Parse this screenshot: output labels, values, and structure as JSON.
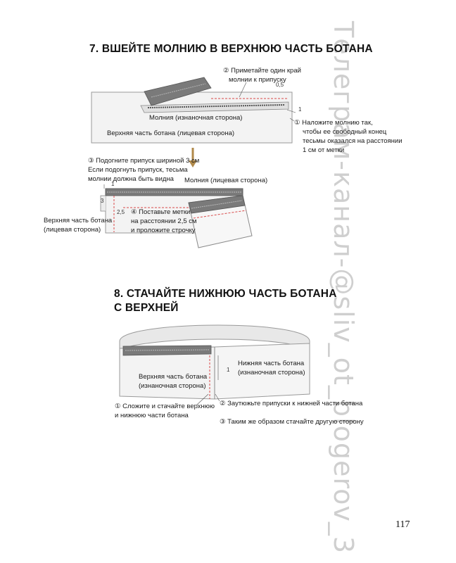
{
  "watermark": "Телеграм-канал-@sliv_ot_blogerov_3",
  "page_number": "117",
  "step7": {
    "title": "7. ВШЕЙТЕ МОЛНИЮ В ВЕРХНЮЮ ЧАСТЬ БОТАНА",
    "note_align_1": "② Приметайте один край",
    "note_align_2": "молнии к припуску",
    "dim_05": "0,5",
    "zipper_wrong_side": "Молния (изнаночная сторона)",
    "upper_part_right_side": "Верхняя часть ботана (лицевая сторона)",
    "dim_1": "1",
    "note_place_1": "① Наложите молнию так,",
    "note_place_2": "чтобы ее свободный конец",
    "note_place_3": "тесьмы оказался на расстоянии",
    "note_place_4": "1 см от метки",
    "note_fold_1": "③ Подогните припуск шириной 3 см",
    "note_fold_2": "Если подогнуть припуск, тесьма",
    "note_fold_3": "молнии должна быть видна",
    "dim_1b": "1",
    "dim_3": "3",
    "dim_25": "2,5",
    "zipper_right_side": "Молния (лицевая сторона)",
    "note_marks_1": "④ Поставьте метки",
    "note_marks_2": "на расстоянии 2,5 см",
    "note_marks_3": "и проложите строчку",
    "upper_part_label_1": "Верхняя часть ботана",
    "upper_part_label_2": "(лицевая сторона)"
  },
  "step8": {
    "title_1": "8. СТАЧАЙТЕ НИЖНЮЮ ЧАСТЬ БОТАНА",
    "title_2": "С ВЕРХНЕЙ",
    "lower_part_1": "Нижняя часть ботана",
    "lower_part_2": "(изнаночная сторона)",
    "dim_1": "1",
    "upper_part_1": "Верхняя часть ботана",
    "upper_part_2": "(изнаночная сторона)",
    "note_sew_1": "① Сложите и стачайте верхнюю",
    "note_sew_2": "и нижнюю части ботана",
    "note_press": "② Заутюжьте припуски к нижней части ботана",
    "note_other": "③ Таким же образом стачайте другую сторону"
  },
  "colors": {
    "fabric": "#f3f3f3",
    "fabric_edge": "#8a8a8a",
    "zipper": "#6f6f6f",
    "stitch": "#d94a4a",
    "arrow": "#b0894a"
  }
}
